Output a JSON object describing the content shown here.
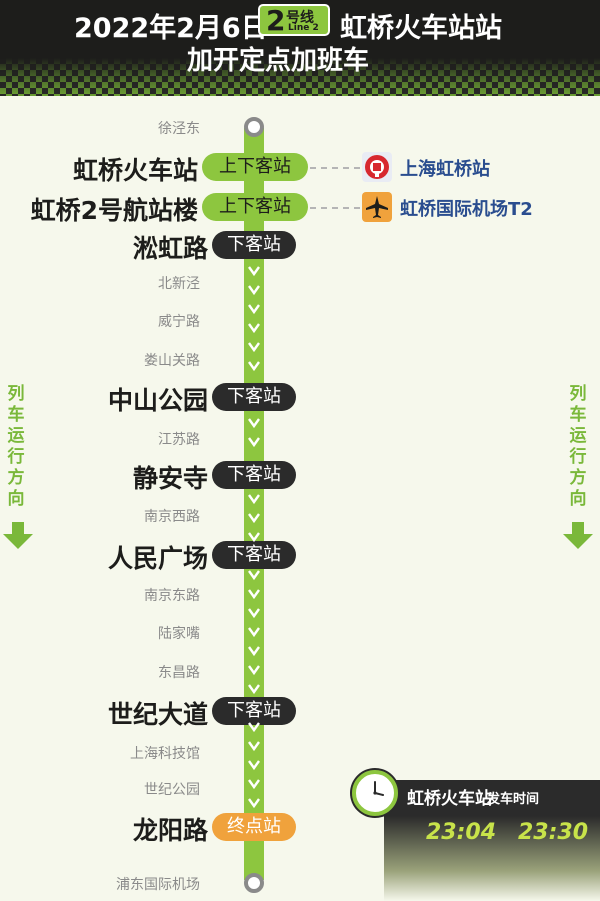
{
  "header": {
    "date": "2022年2月6日",
    "line_number": "2",
    "line_cn": "号线",
    "line_en": "Line 2",
    "station": "虹桥火车站站",
    "subtitle": "加开定点加班车"
  },
  "colors": {
    "line_green": "#8dc63f",
    "pill_dark": "#2b2b2b",
    "terminal_orange": "#f0a23c",
    "transfer_blue": "#2a4d8f"
  },
  "stations": [
    {
      "name": "徐泾东",
      "kind": "minor"
    },
    {
      "name": "虹桥火车站",
      "kind": "major",
      "tag": "上下客站",
      "tag_style": "green",
      "transfer": "上海虹桥站",
      "transfer_icon": "railway-station-icon"
    },
    {
      "name": "虹桥2号航站楼",
      "kind": "major",
      "tag": "上下客站",
      "tag_style": "green",
      "transfer": "虹桥国际机场T2",
      "transfer_icon": "airplane-icon"
    },
    {
      "name": "淞虹路",
      "kind": "major",
      "tag": "下客站",
      "tag_style": "dark"
    },
    {
      "name": "北新泾",
      "kind": "minor"
    },
    {
      "name": "威宁路",
      "kind": "minor"
    },
    {
      "name": "娄山关路",
      "kind": "minor"
    },
    {
      "name": "中山公园",
      "kind": "major",
      "tag": "下客站",
      "tag_style": "dark"
    },
    {
      "name": "江苏路",
      "kind": "minor"
    },
    {
      "name": "静安寺",
      "kind": "major",
      "tag": "下客站",
      "tag_style": "dark"
    },
    {
      "name": "南京西路",
      "kind": "minor"
    },
    {
      "name": "人民广场",
      "kind": "major",
      "tag": "下客站",
      "tag_style": "dark"
    },
    {
      "name": "南京东路",
      "kind": "minor"
    },
    {
      "name": "陆家嘴",
      "kind": "minor"
    },
    {
      "name": "东昌路",
      "kind": "minor"
    },
    {
      "name": "世纪大道",
      "kind": "major",
      "tag": "下客站",
      "tag_style": "dark"
    },
    {
      "name": "上海科技馆",
      "kind": "minor"
    },
    {
      "name": "世纪公园",
      "kind": "minor"
    },
    {
      "name": "龙阳路",
      "kind": "major",
      "tag": "终点站",
      "tag_style": "orange"
    },
    {
      "name": "浦东国际机场",
      "kind": "minor"
    }
  ],
  "direction_label": "列车运行方向",
  "departure": {
    "station": "虹桥火车站",
    "suffix": "发车时间",
    "times": [
      "23:04",
      "23:30"
    ]
  }
}
